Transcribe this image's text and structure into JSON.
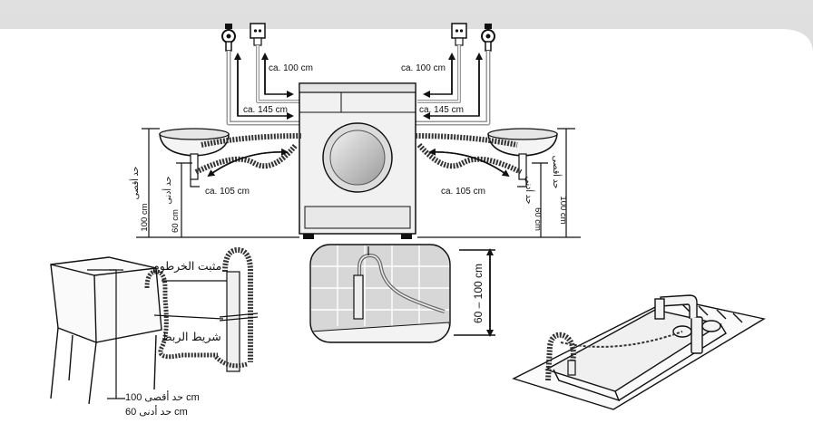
{
  "labels": {
    "top_left_100": "ca. 100 cm",
    "top_right_100": "ca. 100 cm",
    "left_145": "ca. 145 cm",
    "right_145": "ca. 145 cm",
    "left_105": "ca. 105 cm",
    "right_105": "ca. 105 cm",
    "left_max": "حد أقصى",
    "left_100cm": "100 cm",
    "left_min": "حد أدنى",
    "left_60cm": "60 cm",
    "right_max": "حد أقصى",
    "right_100cm": "100 cm",
    "right_min": "حد أدنى",
    "right_60cm": "60 cm",
    "hose_holder": "مثبت الخرطوم",
    "tie_strap": "شريط الربط",
    "max_bottom": "حد أقصى 100 cm",
    "min_bottom": "حد أدنى 60 cm",
    "range_vertical": "60 – 100 cm"
  },
  "colors": {
    "banner": "#d7d7d7",
    "line": "#111111",
    "machine_fill": "#eeeeee",
    "wall_tile": "#d4d4d4",
    "drum": "#b9b9b9"
  },
  "icons": [
    "tap-icon",
    "power-socket-icon"
  ]
}
